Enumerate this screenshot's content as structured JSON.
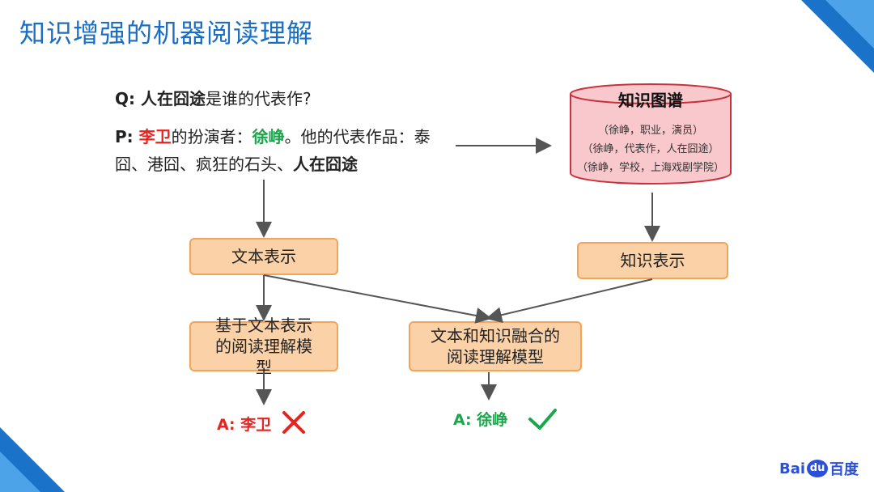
{
  "title": "知识增强的机器阅读理解",
  "question": {
    "prefix": "Q: ",
    "highlight": "人在囧途",
    "rest": "是谁的代表作?"
  },
  "passage": {
    "prefix": "P: ",
    "name1": "李卫",
    "mid1": "的扮演者：",
    "name2": "徐峥",
    "mid2": "。他的代表作品：泰囧、港囧、疯狂的石头、",
    "highlight": "人在囧途"
  },
  "knowledge_graph": {
    "title": "知识图谱",
    "triples": [
      "（徐峥，职业，演员）",
      "（徐峥，代表作，人在囧途）",
      "（徐峥，学校，上海戏剧学院）"
    ]
  },
  "boxes": {
    "text_repr": "文本表示",
    "knowledge_repr": "知识表示",
    "model_text": "基于文本表示的阅读理解模型",
    "model_fusion": "文本和知识融合的阅读理解模型"
  },
  "answers": {
    "wrong": "A: 李卫",
    "right": "A: 徐峥"
  },
  "logo": {
    "left": "Bai",
    "mid": "du",
    "right": "百度"
  },
  "colors": {
    "accent": "#1a6fc4",
    "box_fill": "#fbd2a8",
    "box_border": "#f2a35c",
    "db_fill": "#f8c8cc",
    "db_border": "#c8323c",
    "wrong": "#e8231f",
    "right": "#1aa64a"
  }
}
